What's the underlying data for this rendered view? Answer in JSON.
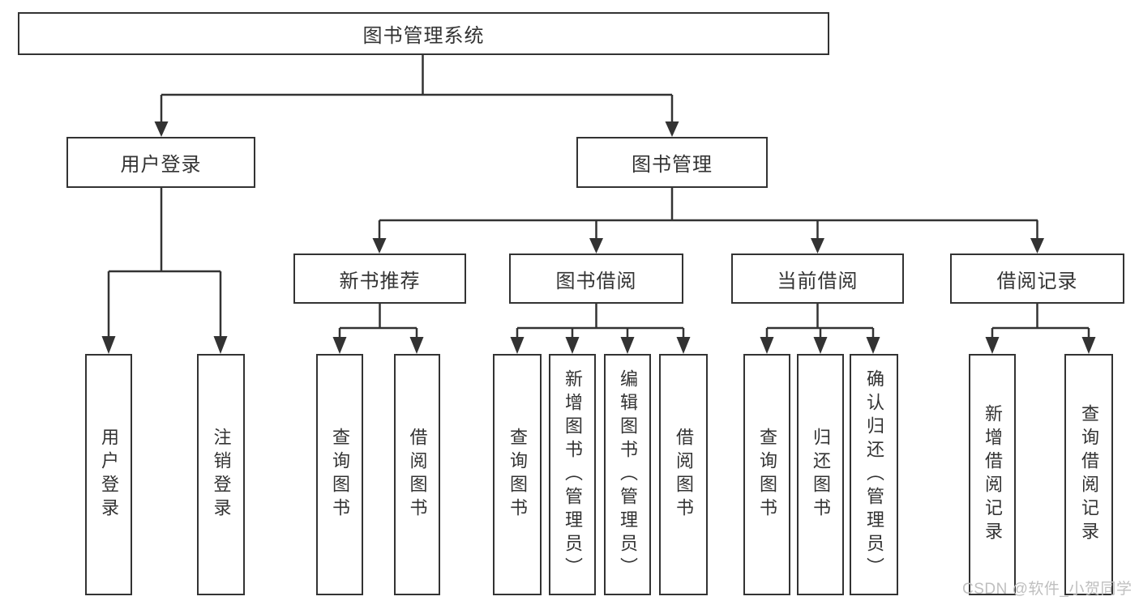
{
  "tree": {
    "root": "图书管理系统",
    "l2": [
      "用户登录",
      "图书管理"
    ],
    "l3": [
      "新书推荐",
      "图书借阅",
      "当前借阅",
      "借阅记录"
    ],
    "leaves": {
      "login": [
        "用户登录",
        "注销登录"
      ],
      "newbook": [
        "查询图书",
        "借阅图书"
      ],
      "borrow": [
        "查询图书",
        "新增图书（管理员）",
        "编辑图书（管理员）",
        "借阅图书"
      ],
      "current": [
        "查询图书",
        "归还图书",
        "确认归还（管理员）"
      ],
      "records": [
        "新增借阅记录",
        "查询借阅记录"
      ]
    }
  },
  "watermark": "CSDN @软件_小贺同学",
  "colors": {
    "line": "#333333",
    "text": "#333333",
    "box_fill": "#ffffff",
    "watermark": "#bfbfbf"
  }
}
